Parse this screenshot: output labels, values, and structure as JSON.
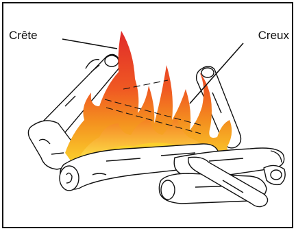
{
  "labels": {
    "crest": "Crête",
    "trough": "Creux"
  },
  "colors": {
    "flame_red": "#e02a2a",
    "flame_orange": "#f47a1f",
    "flame_yellow": "#fbd02c",
    "log_fill": "#ffffff",
    "line": "#111111",
    "border": "#111111"
  },
  "icons": [
    "fireplace-logs-illustration",
    "flames-illustration"
  ]
}
